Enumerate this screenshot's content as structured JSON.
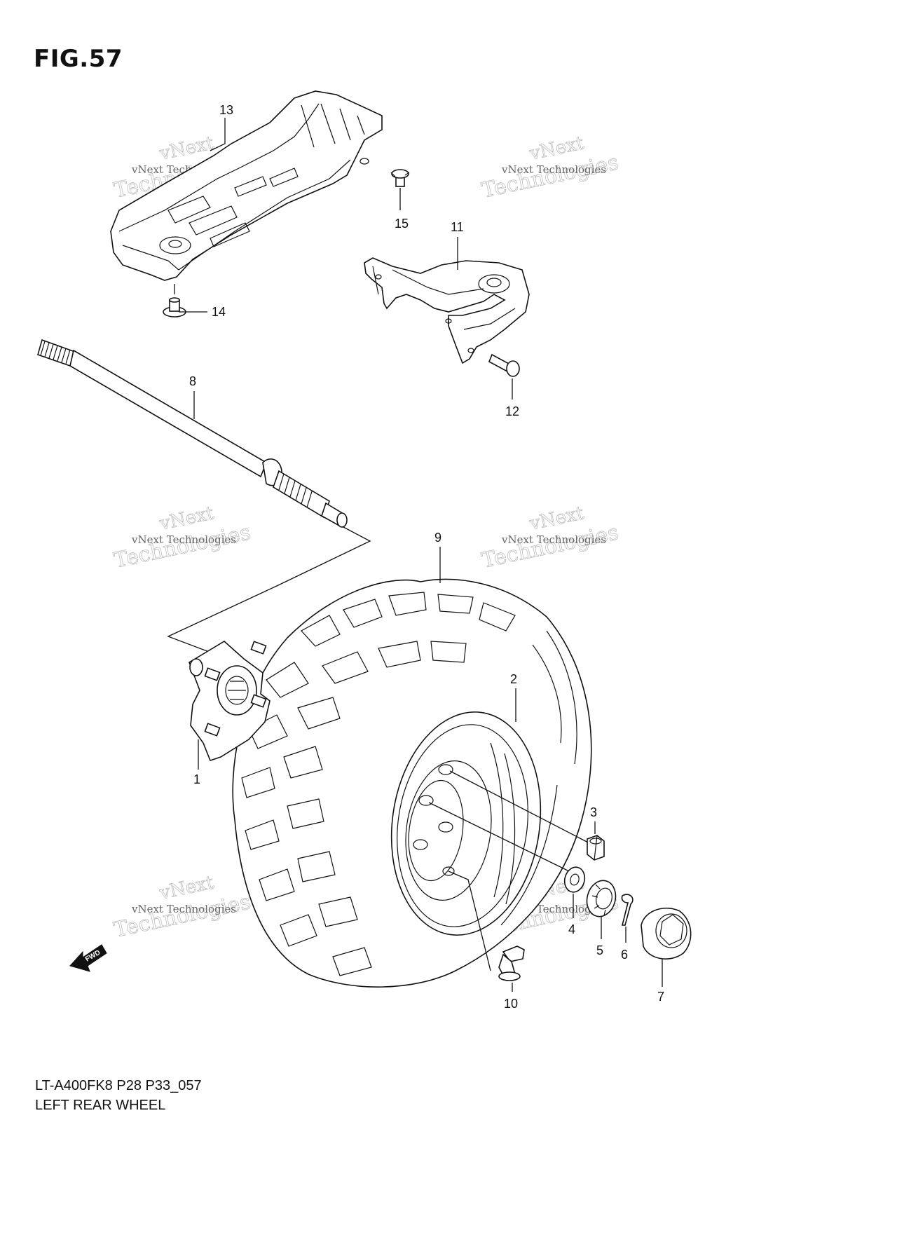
{
  "figure": {
    "title": "FIG.57",
    "model_code": "LT-A400FK8 P28 P33_057",
    "section_name": "LEFT REAR WHEEL"
  },
  "watermark": {
    "line1": "vNext",
    "line2": "Technologies",
    "small": "vNext Technologies"
  },
  "direction_arrow": {
    "label": "FWD"
  },
  "callouts": [
    "1",
    "2",
    "3",
    "4",
    "5",
    "6",
    "7",
    "8",
    "9",
    "10",
    "11",
    "12",
    "13",
    "14",
    "15"
  ]
}
